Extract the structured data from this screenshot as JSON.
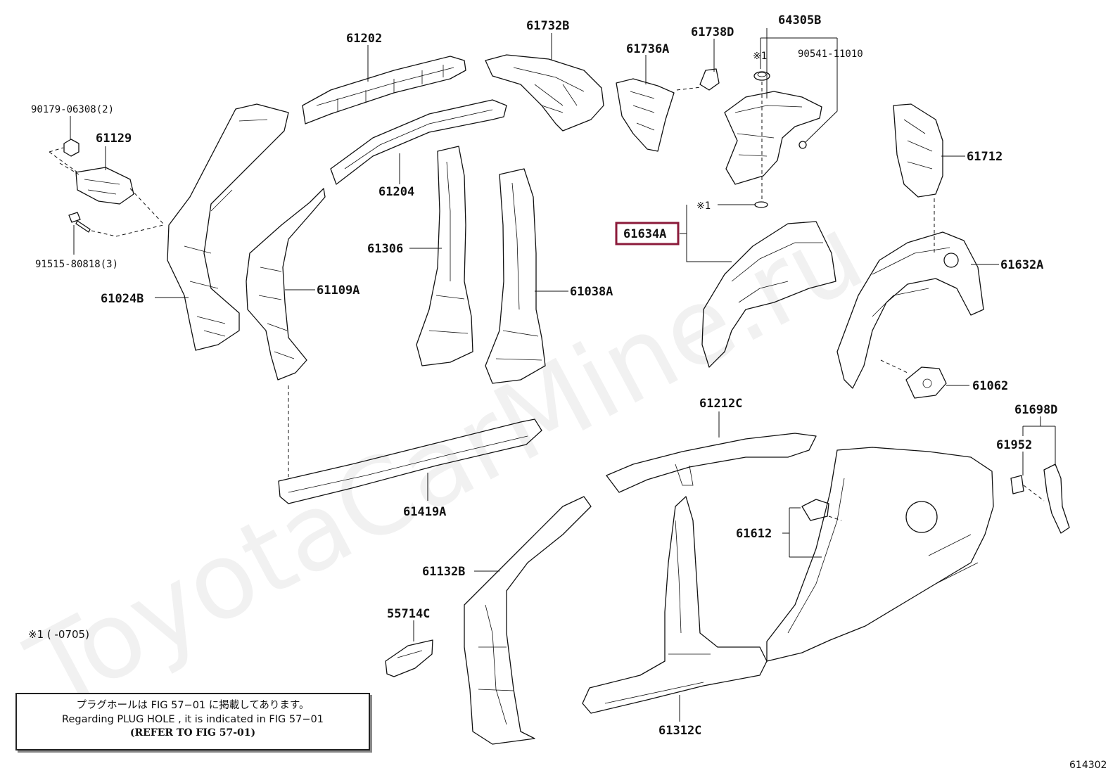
{
  "watermark": "ToyotaCarMine.ru",
  "parts": {
    "p61202": "61202",
    "p61732B": "61732B",
    "p61736A": "61736A",
    "p61738D": "61738D",
    "p64305B": "64305B",
    "p90541": "90541-11010",
    "p90179": "90179-06308(2)",
    "p61129": "61129",
    "p91515": "91515-80818(3)",
    "p61024B": "61024B",
    "p61204": "61204",
    "p61306": "61306",
    "p61109A": "61109A",
    "p61038A": "61038A",
    "p61712": "61712",
    "p61634A": "61634A",
    "p61632A": "61632A",
    "p61062": "61062",
    "p61212C": "61212C",
    "p61698D": "61698D",
    "p61952": "61952",
    "p61419A": "61419A",
    "p61612": "61612",
    "p61132B": "61132B",
    "p55714C": "55714C",
    "p61312C": "61312C"
  },
  "marks": {
    "mark1_a": "※1",
    "mark1_b": "※1"
  },
  "footnote": "※1 (        -0705)",
  "note": {
    "jp": "プラグホールは FIG 57−01 に掲載してあります。",
    "en": "Regarding  PLUG  HOLE , it is indicated in  FIG  57−01",
    "ref": "(REFER TO FIG 57-01)"
  },
  "figure_number": "614302",
  "highlight_color": "#8b1a3a"
}
